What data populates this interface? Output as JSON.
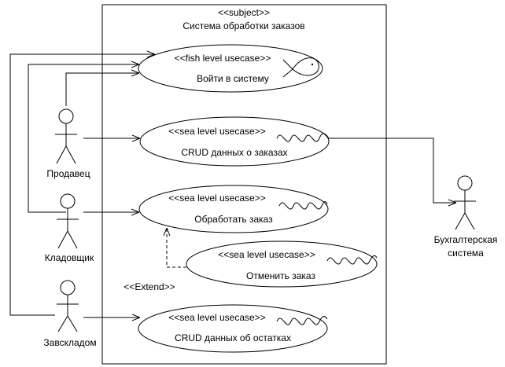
{
  "system": {
    "stereotype": "<<subject>>",
    "name": "Система обработки заказов"
  },
  "actors": {
    "seller": "Продавец",
    "storekeeper": "Кладовщик",
    "warehouse_head": "Завскладом",
    "accounting_line1": "Бухгалтерская",
    "accounting_line2": "система"
  },
  "usecases": {
    "login": {
      "stereotype": "<<fish level usecase>>",
      "name": "Войти в систему"
    },
    "crud_orders": {
      "stereotype": "<<sea level usecase>>",
      "name": "CRUD данных о заказах"
    },
    "process_order": {
      "stereotype": "<<sea level usecase>>",
      "name": "Обработать заказ"
    },
    "cancel_order": {
      "stereotype": "<<sea level usecase>>",
      "name": "Отменить заказ"
    },
    "crud_stock": {
      "stereotype": "<<sea level usecase>>",
      "name": "CRUD данных об остатках"
    }
  },
  "relations": {
    "extend_label": "<<Extend>>"
  },
  "icons": {
    "fish": "fish-level-icon",
    "wave": "sea-level-wave-icon"
  }
}
